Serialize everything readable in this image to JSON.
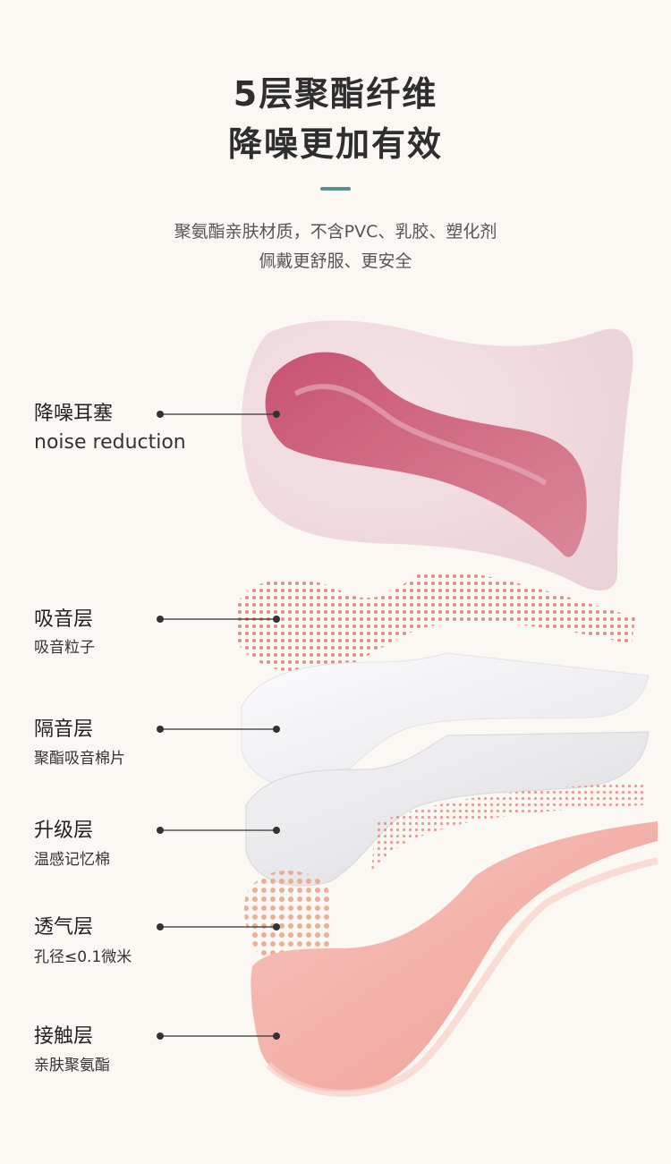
{
  "header": {
    "title_line1": "5层聚酯纤维",
    "title_line2": "降噪更加有效",
    "subtitle_line1": "聚氨酯亲肤材质，不含PVC、乳胶、塑化剂",
    "subtitle_line2": "佩戴更舒服、更安全"
  },
  "layers": [
    {
      "name": "降噪耳塞",
      "detail": "noise reduction"
    },
    {
      "name": "吸音层",
      "detail": "吸音粒子"
    },
    {
      "name": "隔音层",
      "detail": "聚酯吸音棉片"
    },
    {
      "name": "升级层",
      "detail": "温感记忆棉"
    },
    {
      "name": "透气层",
      "detail": "孔径≤0.1微米"
    },
    {
      "name": "接触层",
      "detail": "亲肤聚氨酯"
    }
  ],
  "colors": {
    "background": "#fbf8f4",
    "accent": "#5b8f8d",
    "earplug_pink": "#c94a6b",
    "mesh_pink": "#e07a78",
    "contact_pink": "#f1b3aa"
  }
}
